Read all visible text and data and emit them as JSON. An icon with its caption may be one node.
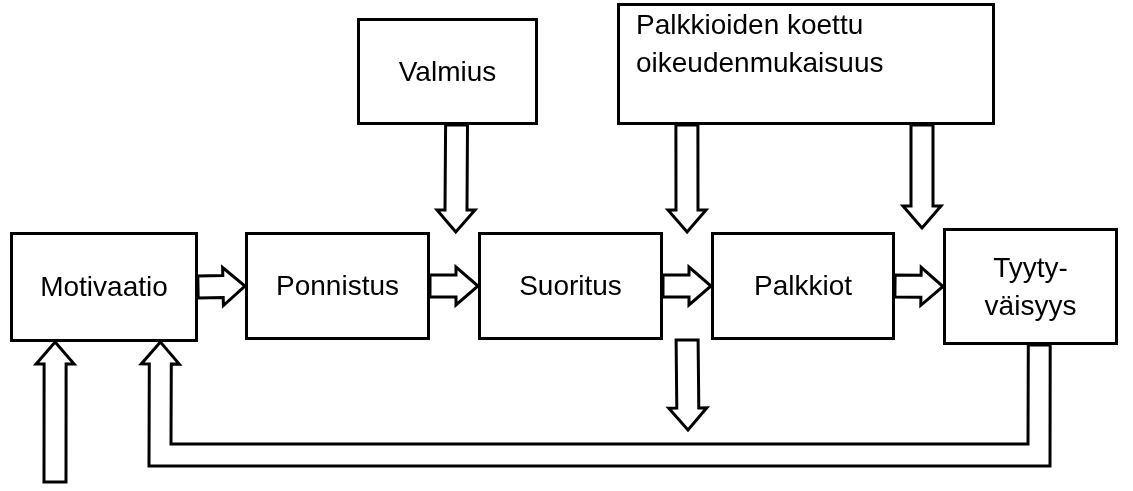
{
  "diagram": {
    "nodes": [
      {
        "text": [
          "Motivaatio"
        ]
      },
      {
        "text": [
          "Ponnistus"
        ]
      },
      {
        "text": [
          "Suoritus"
        ]
      },
      {
        "text": [
          "Palkkiot"
        ]
      },
      {
        "text": [
          "Tyyty- väisyys"
        ]
      },
      {
        "text": [
          "Valmius"
        ]
      },
      {
        "text": [
          "Palkkioiden koettu oikeudenmukaisuus"
        ]
      }
    ],
    "edges": [
      {
        "from": 0,
        "to": 1,
        "arrow": "to"
      },
      {
        "from": 1,
        "to": 2,
        "arrow": "to"
      },
      {
        "from": 2,
        "to": 3,
        "arrow": "to"
      },
      {
        "from": 3,
        "to": 4,
        "arrow": "to"
      },
      {
        "from": 5,
        "to": 2,
        "arrow": "to"
      },
      {
        "from": 6,
        "to": 3,
        "arrow": "to"
      },
      {
        "from": 6,
        "to": 4,
        "arrow": "to"
      },
      {
        "from": 3,
        "to": null,
        "arrow": "to"
      },
      {
        "from": 4,
        "to": 0,
        "arrow": "to"
      },
      {
        "from": null,
        "to": 0,
        "arrow": "to"
      }
    ]
  }
}
